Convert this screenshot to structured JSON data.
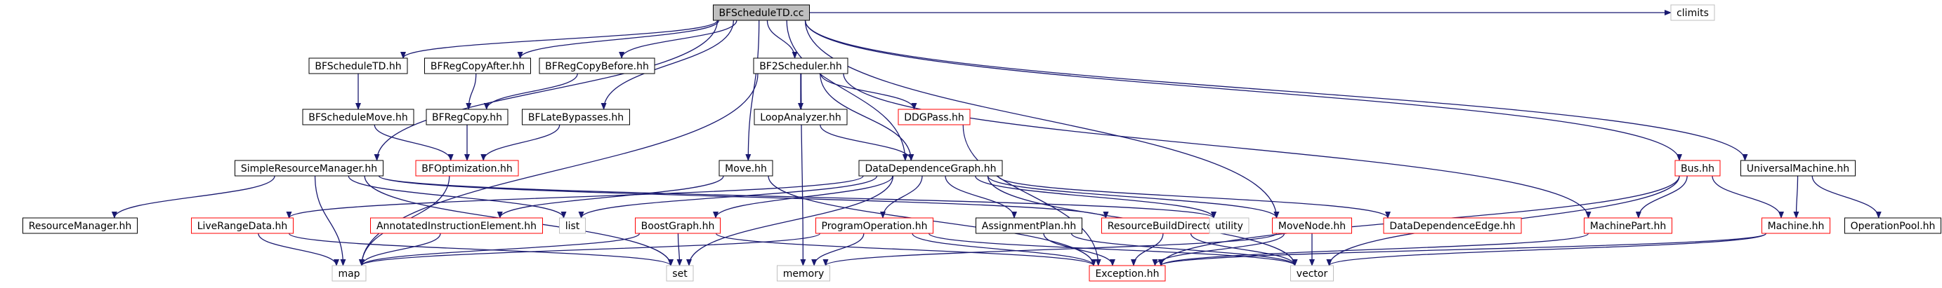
{
  "colors": {
    "edge": "#191970",
    "root_fill": "#bfbfbf",
    "border_normal": "#000000",
    "border_incomplete": "#ff0000",
    "border_system": "#bfbfbf",
    "background": "#ffffff"
  },
  "nodes": [
    {
      "id": "root",
      "label": "BFScheduleTD.cc",
      "kind": "root"
    },
    {
      "id": "climits",
      "label": "climits",
      "kind": "system"
    },
    {
      "id": "bfscheduletd_hh",
      "label": "BFScheduleTD.hh",
      "kind": "normal"
    },
    {
      "id": "bfregcopyafter",
      "label": "BFRegCopyAfter.hh",
      "kind": "normal"
    },
    {
      "id": "bfregcopybefore",
      "label": "BFRegCopyBefore.hh",
      "kind": "normal"
    },
    {
      "id": "bf2scheduler",
      "label": "BF2Scheduler.hh",
      "kind": "normal"
    },
    {
      "id": "bfschedulemove",
      "label": "BFScheduleMove.hh",
      "kind": "normal"
    },
    {
      "id": "bfregcopy",
      "label": "BFRegCopy.hh",
      "kind": "normal"
    },
    {
      "id": "bflatebypasses",
      "label": "BFLateBypasses.hh",
      "kind": "normal"
    },
    {
      "id": "loopanalyzer",
      "label": "LoopAnalyzer.hh",
      "kind": "normal"
    },
    {
      "id": "ddgpass",
      "label": "DDGPass.hh",
      "kind": "incomplete"
    },
    {
      "id": "simpleresourcemanager",
      "label": "SimpleResourceManager.hh",
      "kind": "normal"
    },
    {
      "id": "bfoptimization",
      "label": "BFOptimization.hh",
      "kind": "incomplete"
    },
    {
      "id": "move",
      "label": "Move.hh",
      "kind": "normal"
    },
    {
      "id": "datadependencegraph",
      "label": "DataDependenceGraph.hh",
      "kind": "normal"
    },
    {
      "id": "bus",
      "label": "Bus.hh",
      "kind": "incomplete"
    },
    {
      "id": "universalmachine",
      "label": "UniversalMachine.hh",
      "kind": "normal"
    },
    {
      "id": "resourcemanager",
      "label": "ResourceManager.hh",
      "kind": "normal"
    },
    {
      "id": "liverangedata",
      "label": "LiveRangeData.hh",
      "kind": "incomplete"
    },
    {
      "id": "annotatedinstructionelement",
      "label": "AnnotatedInstructionElement.hh",
      "kind": "incomplete"
    },
    {
      "id": "list",
      "label": "list",
      "kind": "system"
    },
    {
      "id": "boostgraph",
      "label": "BoostGraph.hh",
      "kind": "incomplete"
    },
    {
      "id": "programoperation",
      "label": "ProgramOperation.hh",
      "kind": "incomplete"
    },
    {
      "id": "assignmentplan",
      "label": "AssignmentPlan.hh",
      "kind": "normal"
    },
    {
      "id": "resourcebuilddirector",
      "label": "ResourceBuildDirector.hh",
      "kind": "incomplete"
    },
    {
      "id": "utility",
      "label": "utility",
      "kind": "system"
    },
    {
      "id": "movenode",
      "label": "MoveNode.hh",
      "kind": "incomplete"
    },
    {
      "id": "datadependenceedge",
      "label": "DataDependenceEdge.hh",
      "kind": "incomplete"
    },
    {
      "id": "machinepart",
      "label": "MachinePart.hh",
      "kind": "incomplete"
    },
    {
      "id": "machine",
      "label": "Machine.hh",
      "kind": "incomplete"
    },
    {
      "id": "operationpool",
      "label": "OperationPool.hh",
      "kind": "normal"
    },
    {
      "id": "map",
      "label": "map",
      "kind": "system"
    },
    {
      "id": "set",
      "label": "set",
      "kind": "system"
    },
    {
      "id": "memory",
      "label": "memory",
      "kind": "system"
    },
    {
      "id": "exception",
      "label": "Exception.hh",
      "kind": "incomplete"
    },
    {
      "id": "vector",
      "label": "vector",
      "kind": "system"
    }
  ],
  "edges": [
    [
      "root",
      "climits"
    ],
    [
      "root",
      "bfscheduletd_hh"
    ],
    [
      "root",
      "bfregcopyafter"
    ],
    [
      "root",
      "bfregcopybefore"
    ],
    [
      "root",
      "bf2scheduler"
    ],
    [
      "root",
      "bflatebypasses"
    ],
    [
      "root",
      "simpleresourcemanager"
    ],
    [
      "root",
      "move"
    ],
    [
      "root",
      "datadependencegraph"
    ],
    [
      "root",
      "movenode"
    ],
    [
      "root",
      "bus"
    ],
    [
      "root",
      "universalmachine"
    ],
    [
      "bfscheduletd_hh",
      "bfschedulemove"
    ],
    [
      "bfschedulemove",
      "bfoptimization"
    ],
    [
      "bfregcopyafter",
      "bfregcopy"
    ],
    [
      "bfregcopybefore",
      "bfregcopy"
    ],
    [
      "bfregcopy",
      "bfoptimization"
    ],
    [
      "bflatebypasses",
      "bfoptimization"
    ],
    [
      "bf2scheduler",
      "loopanalyzer"
    ],
    [
      "bf2scheduler",
      "ddgpass"
    ],
    [
      "bf2scheduler",
      "datadependencegraph"
    ],
    [
      "bf2scheduler",
      "map"
    ],
    [
      "bf2scheduler",
      "memory"
    ],
    [
      "bf2scheduler",
      "machinepart"
    ],
    [
      "loopanalyzer",
      "datadependencegraph"
    ],
    [
      "ddgpass",
      "exception"
    ],
    [
      "bfoptimization",
      "map"
    ],
    [
      "simpleresourcemanager",
      "resourcemanager"
    ],
    [
      "simpleresourcemanager",
      "map"
    ],
    [
      "simpleresourcemanager",
      "list"
    ],
    [
      "simpleresourcemanager",
      "set"
    ],
    [
      "simpleresourcemanager",
      "resourcebuilddirector"
    ],
    [
      "simpleresourcemanager",
      "utility"
    ],
    [
      "move",
      "annotatedinstructionelement"
    ],
    [
      "move",
      "exception"
    ],
    [
      "datadependencegraph",
      "liverangedata"
    ],
    [
      "datadependencegraph",
      "list"
    ],
    [
      "datadependencegraph",
      "boostgraph"
    ],
    [
      "datadependencegraph",
      "programoperation"
    ],
    [
      "datadependencegraph",
      "set"
    ],
    [
      "datadependencegraph",
      "utility"
    ],
    [
      "datadependencegraph",
      "movenode"
    ],
    [
      "datadependencegraph",
      "datadependenceedge"
    ],
    [
      "datadependencegraph",
      "vector"
    ],
    [
      "datadependencegraph",
      "assignmentplan"
    ],
    [
      "liverangedata",
      "map"
    ],
    [
      "liverangedata",
      "set"
    ],
    [
      "annotatedinstructionelement",
      "map"
    ],
    [
      "boostgraph",
      "map"
    ],
    [
      "boostgraph",
      "set"
    ],
    [
      "boostgraph",
      "exception"
    ],
    [
      "programoperation",
      "map"
    ],
    [
      "programoperation",
      "memory"
    ],
    [
      "programoperation",
      "exception"
    ],
    [
      "programoperation",
      "vector"
    ],
    [
      "assignmentplan",
      "exception"
    ],
    [
      "assignmentplan",
      "vector"
    ],
    [
      "resourcebuilddirector",
      "exception"
    ],
    [
      "resourcebuilddirector",
      "vector"
    ],
    [
      "movenode",
      "exception"
    ],
    [
      "movenode",
      "vector"
    ],
    [
      "movenode",
      "memory"
    ],
    [
      "bus",
      "machinepart"
    ],
    [
      "bus",
      "machine"
    ],
    [
      "bus",
      "exception"
    ],
    [
      "bus",
      "vector"
    ],
    [
      "machinepart",
      "exception"
    ],
    [
      "machine",
      "exception"
    ],
    [
      "machine",
      "vector"
    ],
    [
      "universalmachine",
      "machine"
    ],
    [
      "universalmachine",
      "operationpool"
    ]
  ]
}
